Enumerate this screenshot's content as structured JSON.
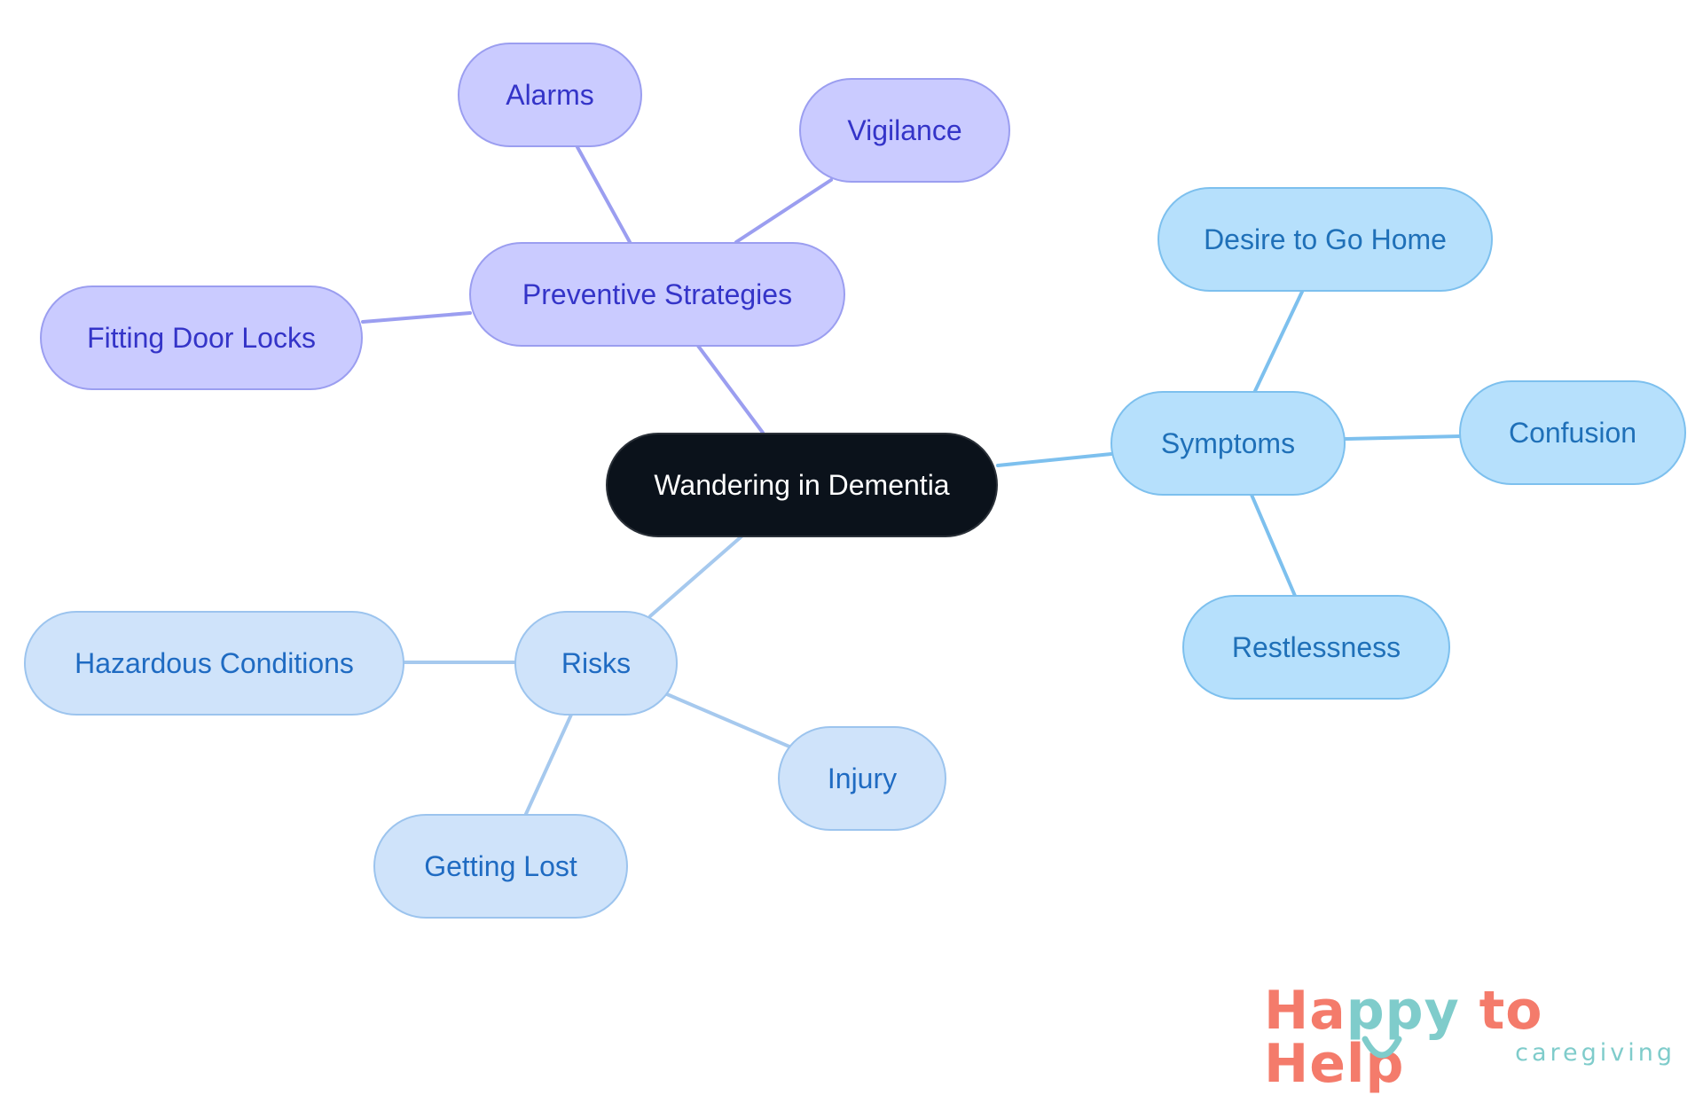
{
  "diagram": {
    "center": {
      "id": "center",
      "label": "Wandering in Dementia",
      "style": "center"
    },
    "branches": [
      {
        "id": "preventive",
        "label": "Preventive Strategies",
        "style": "purple",
        "color": "#9b9ef0",
        "children": [
          {
            "id": "alarms",
            "label": "Alarms"
          },
          {
            "id": "vigilance",
            "label": "Vigilance"
          },
          {
            "id": "door-locks",
            "label": "Fitting Door Locks"
          }
        ]
      },
      {
        "id": "symptoms",
        "label": "Symptoms",
        "style": "sky",
        "color": "#7dc0ee",
        "children": [
          {
            "id": "desire-home",
            "label": "Desire to Go Home"
          },
          {
            "id": "confusion",
            "label": "Confusion"
          },
          {
            "id": "restlessness",
            "label": "Restlessness"
          }
        ]
      },
      {
        "id": "risks",
        "label": "Risks",
        "style": "pale",
        "color": "#a6c9ee",
        "children": [
          {
            "id": "hazardous",
            "label": "Hazardous Conditions"
          },
          {
            "id": "injury",
            "label": "Injury"
          },
          {
            "id": "getting-lost",
            "label": "Getting Lost"
          }
        ]
      }
    ]
  },
  "logo": {
    "brand_prefix": "Ha",
    "brand_accent": "ppy",
    "brand_suffix": " to Help",
    "tagline": "caregiving",
    "colors": {
      "coral": "#f47b6b",
      "teal": "#7fcccb"
    }
  }
}
